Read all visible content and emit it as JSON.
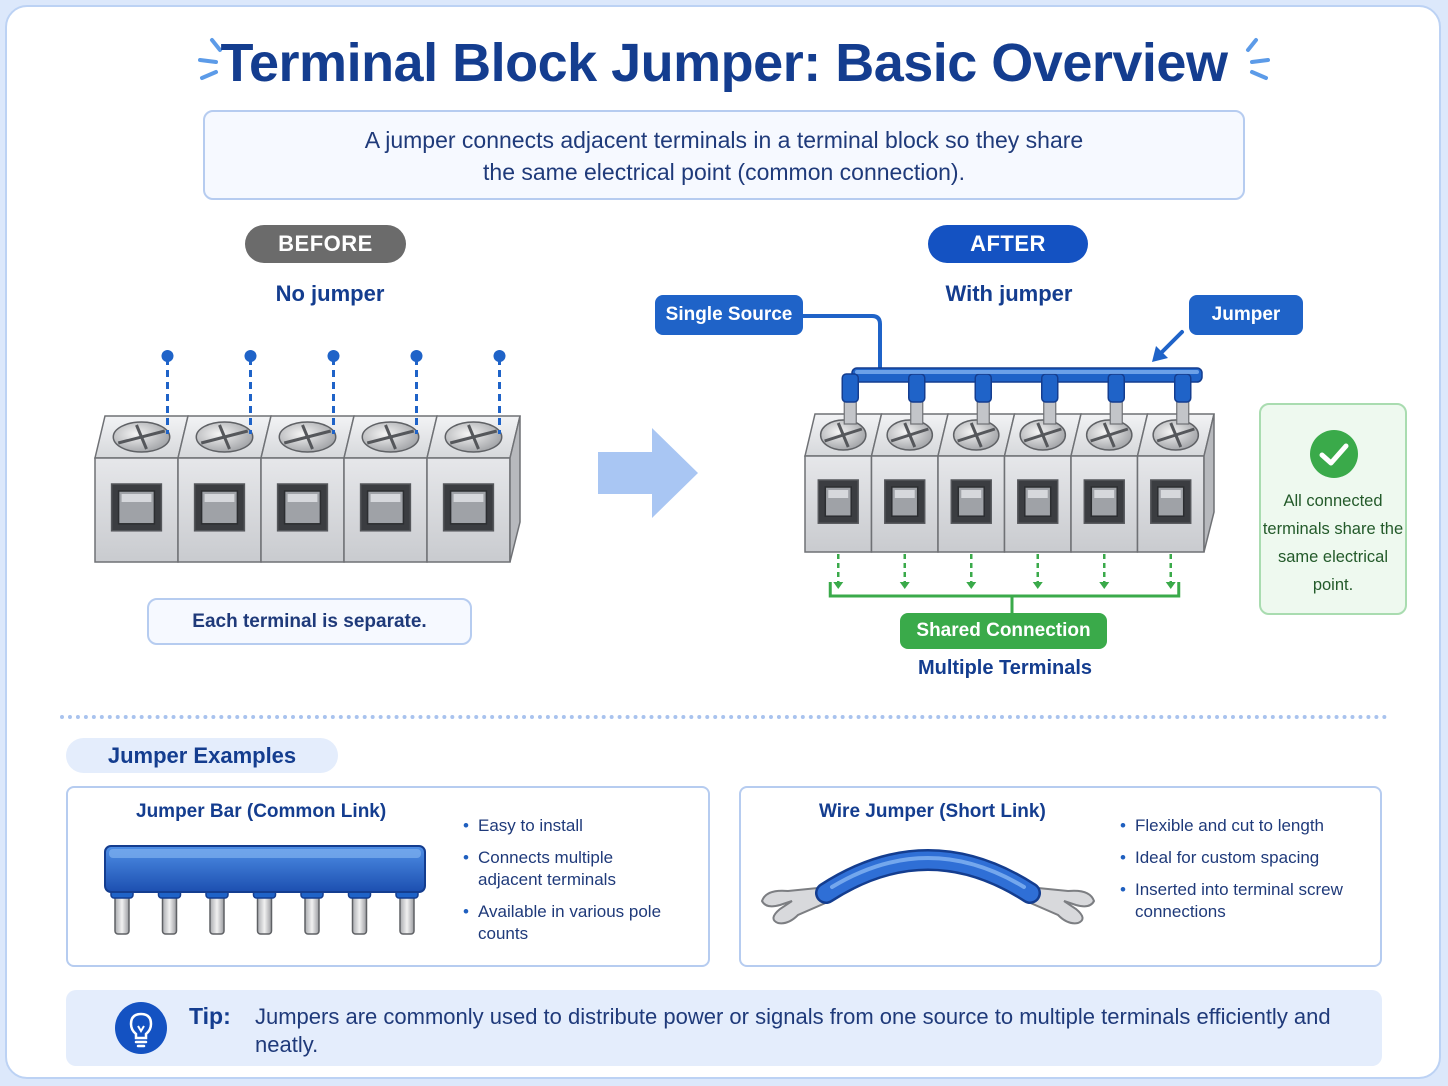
{
  "title": "Terminal Block Jumper: Basic Overview",
  "intro": {
    "line1": "A jumper connects adjacent terminals in a terminal block so they share",
    "line2": "the same electrical point (common connection)."
  },
  "before": {
    "badge": "BEFORE",
    "heading": "No jumper",
    "note": "Each terminal is separate."
  },
  "after": {
    "badge": "AFTER",
    "heading": "With jumper",
    "single_source": "Single Source",
    "jumper": "Jumper",
    "shared": "Shared Connection",
    "multiple": "Multiple Terminals",
    "callout": "All connected terminals share the same electrical point."
  },
  "examples": {
    "section": "Jumper Examples",
    "bar": {
      "title": "Jumper Bar (Common Link)",
      "bullets": [
        "Easy to install",
        "Connects multiple adjacent terminals",
        "Available in various pole counts"
      ]
    },
    "wire": {
      "title": "Wire Jumper (Short Link)",
      "bullets": [
        "Flexible and cut to length",
        "Ideal for custom spacing",
        "Inserted into terminal screw connections"
      ]
    }
  },
  "tip": {
    "label": "Tip:",
    "text": "Jumpers are commonly used to distribute power or signals from one source to multiple terminals efficiently and neatly."
  },
  "colors": {
    "navy": "#143d8f",
    "blue": "#1f63c8",
    "green": "#3aaa4a",
    "gray_badge": "#6b6b6b"
  },
  "icons": [
    "sparkle-icon",
    "arrow-right-icon",
    "check-circle-icon",
    "lightbulb-icon"
  ]
}
